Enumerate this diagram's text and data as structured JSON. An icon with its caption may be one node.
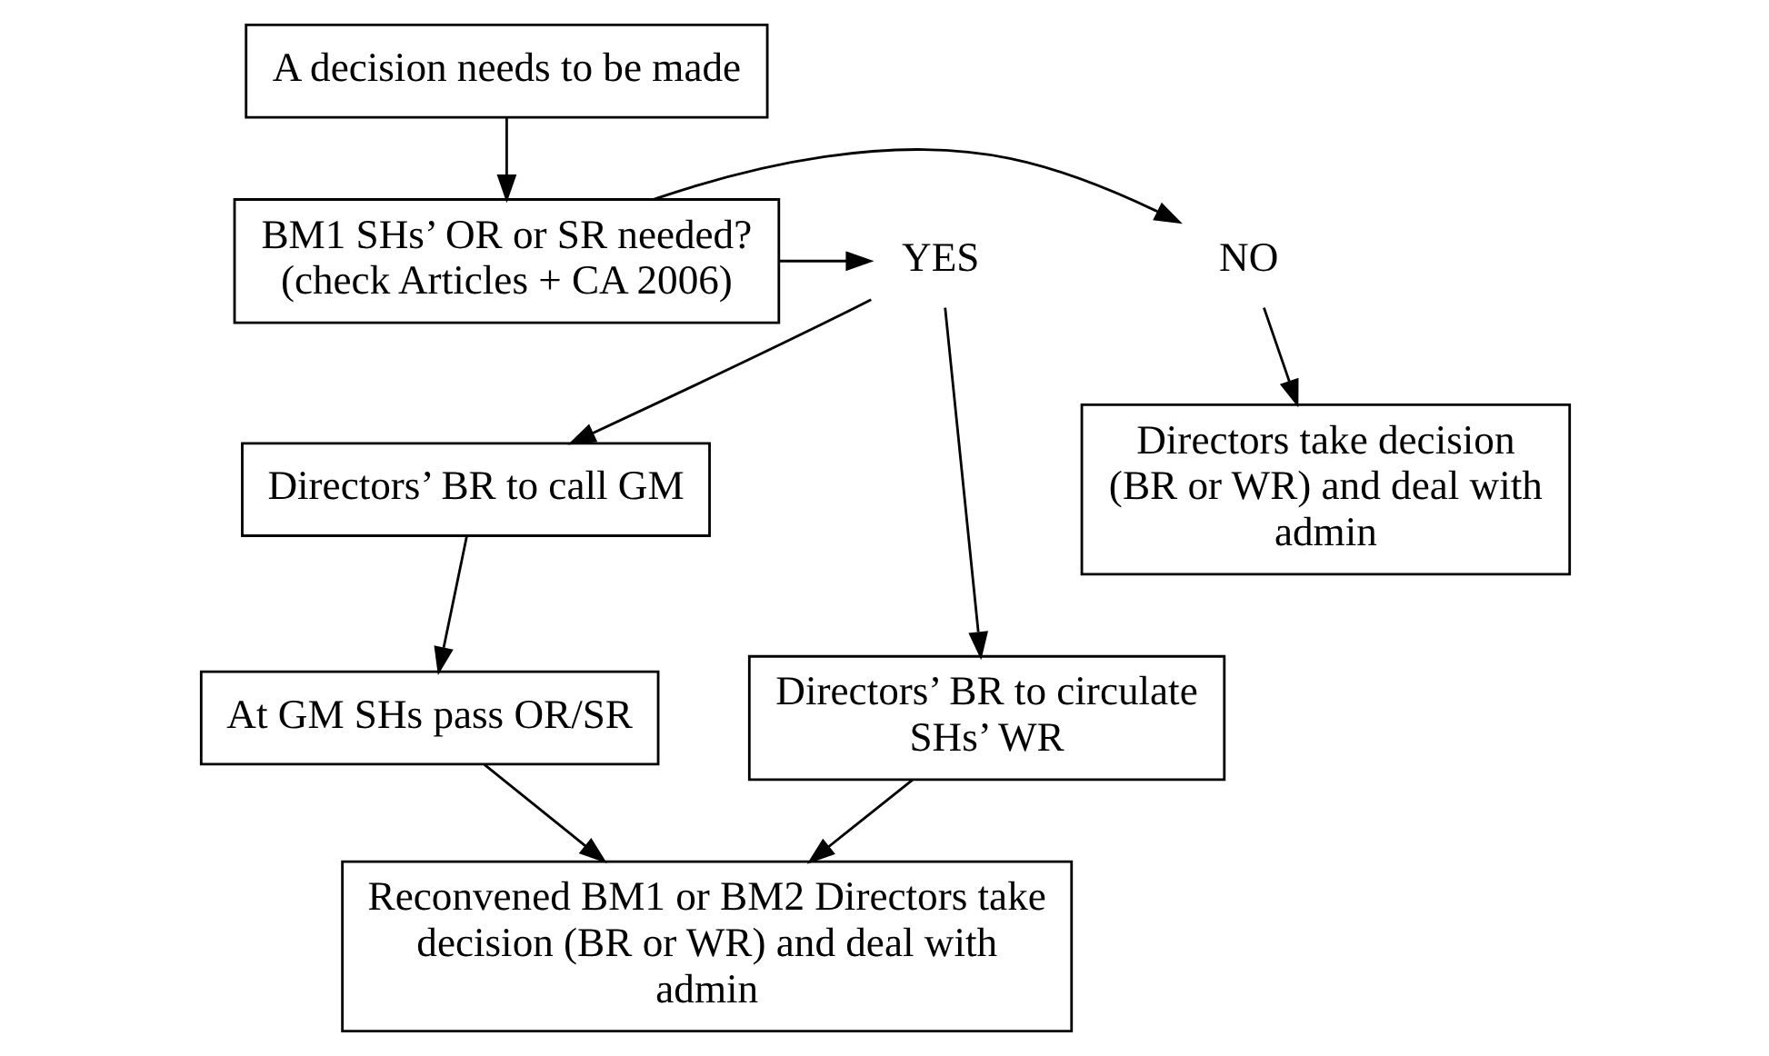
{
  "diagram": {
    "nodes": [
      {
        "text": [
          "A decision needs to be made"
        ]
      },
      {
        "text": [
          "BM1 SHs’ OR or SR needed? (check Articles + CA 2006)"
        ]
      },
      {
        "text": [
          "NO"
        ]
      },
      {
        "text": [
          "YES"
        ]
      },
      {
        "text": [
          "Directors take decision (BR or WR) and deal with admin"
        ]
      },
      {
        "text": [
          "Directors’ BR to call GM"
        ]
      },
      {
        "text": [
          "Directors’ BR to circulate SHs’ WR"
        ]
      },
      {
        "text": [
          "At GM SHs pass OR/SR"
        ]
      },
      {
        "text": [
          "Reconvened BM1 or BM2 Directors take decision (BR or WR) and deal with admin"
        ]
      }
    ],
    "edges": [
      {
        "from": 0,
        "to": 1,
        "arrow": "to"
      },
      {
        "from": 1,
        "to": 2,
        "arrow": "to"
      },
      {
        "from": 1,
        "to": 3,
        "arrow": "to"
      },
      {
        "from": 2,
        "to": 4,
        "arrow": "to"
      },
      {
        "from": 3,
        "to": 5,
        "arrow": "to"
      },
      {
        "from": 3,
        "to": 6,
        "arrow": "to"
      },
      {
        "from": 5,
        "to": 7,
        "arrow": "to"
      },
      {
        "from": 7,
        "to": 8,
        "arrow": "to"
      },
      {
        "from": 6,
        "to": 8,
        "arrow": "to"
      }
    ]
  }
}
